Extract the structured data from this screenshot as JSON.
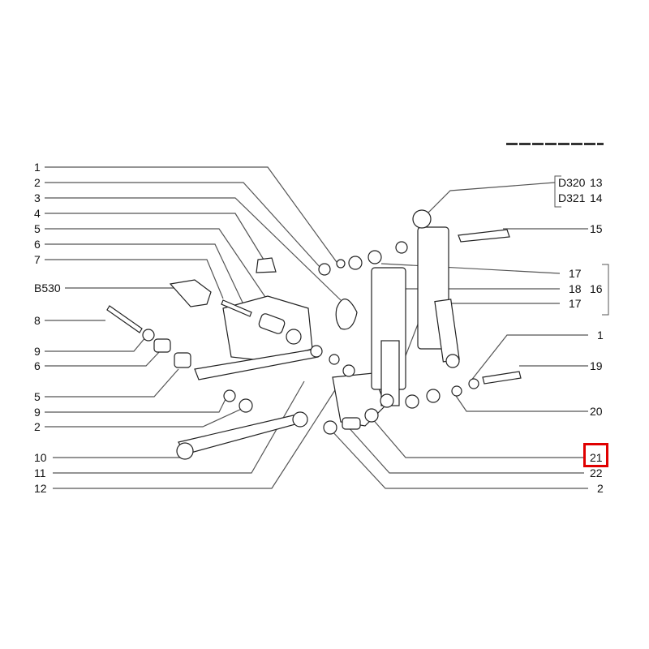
{
  "left_labels": [
    "1",
    "2",
    "3",
    "4",
    "5",
    "6",
    "7",
    "B530",
    "8",
    "9",
    "6",
    "5",
    "9",
    "2",
    "10",
    "11",
    "12"
  ],
  "right_labels": {
    "d320": "D320",
    "d320_num": "13",
    "d321": "D321",
    "d321_num": "14",
    "p15": "15",
    "p17a": "17",
    "p18": "18",
    "p17b": "17",
    "group16": "16",
    "p1": "1",
    "p19": "19",
    "p20": "20",
    "p21": "21",
    "p22": "22",
    "p2": "2"
  },
  "highlighted_label": "21",
  "colors": {
    "highlight": "#e00000",
    "leader": "#555555"
  }
}
